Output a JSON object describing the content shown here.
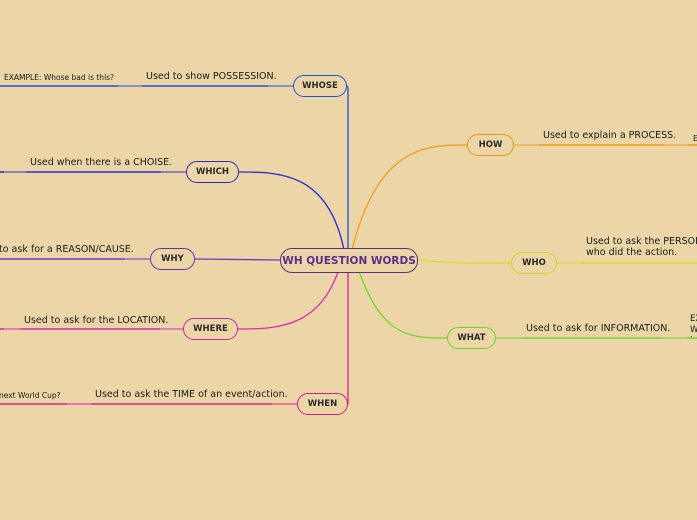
{
  "central": {
    "text": "WH QUESTION WORDS",
    "color": "#5a2f8a"
  },
  "branches": [
    {
      "key": "whose",
      "word": "WHOSE",
      "color": "#1f4fd6",
      "line": "#1f4fd6",
      "sub": "Used to show POSSESSION.",
      "example": "EXAMPLE: Whose bad is this?"
    },
    {
      "key": "which",
      "word": "WHICH",
      "color": "#2a2bb8",
      "line": "#2a2bd0",
      "sub": "Used when there is a CHOISE.",
      "example": ""
    },
    {
      "key": "why",
      "word": "WHY",
      "color": "#6a2fb0",
      "line": "#7a32c8",
      "sub": "to ask for a REASON/CAUSE.",
      "example": ""
    },
    {
      "key": "where",
      "word": "WHERE",
      "color": "#c22aa6",
      "line": "#d52fb5",
      "sub": "Used to ask for the LOCATION.",
      "example": ""
    },
    {
      "key": "when",
      "word": "WHEN",
      "color": "#d51a8c",
      "line": "#e01f96",
      "sub": "Used to ask the TIME of an event/action.",
      "example": "next World Cup?"
    },
    {
      "key": "how",
      "word": "HOW",
      "color": "#ee9418",
      "line": "#f29a1c",
      "sub": "Used to explain a PROCESS.",
      "example": "E"
    },
    {
      "key": "who",
      "word": "WHO",
      "color": "#c9d620",
      "line": "#d0de24",
      "sub": "Used to ask the PERSON who did the action.",
      "example": ""
    },
    {
      "key": "what",
      "word": "WHAT",
      "color": "#6bd32a",
      "line": "#6fd62c",
      "sub": "Used to ask for INFORMATION.",
      "example": "EXAMPLE: What is your name? to"
    }
  ]
}
